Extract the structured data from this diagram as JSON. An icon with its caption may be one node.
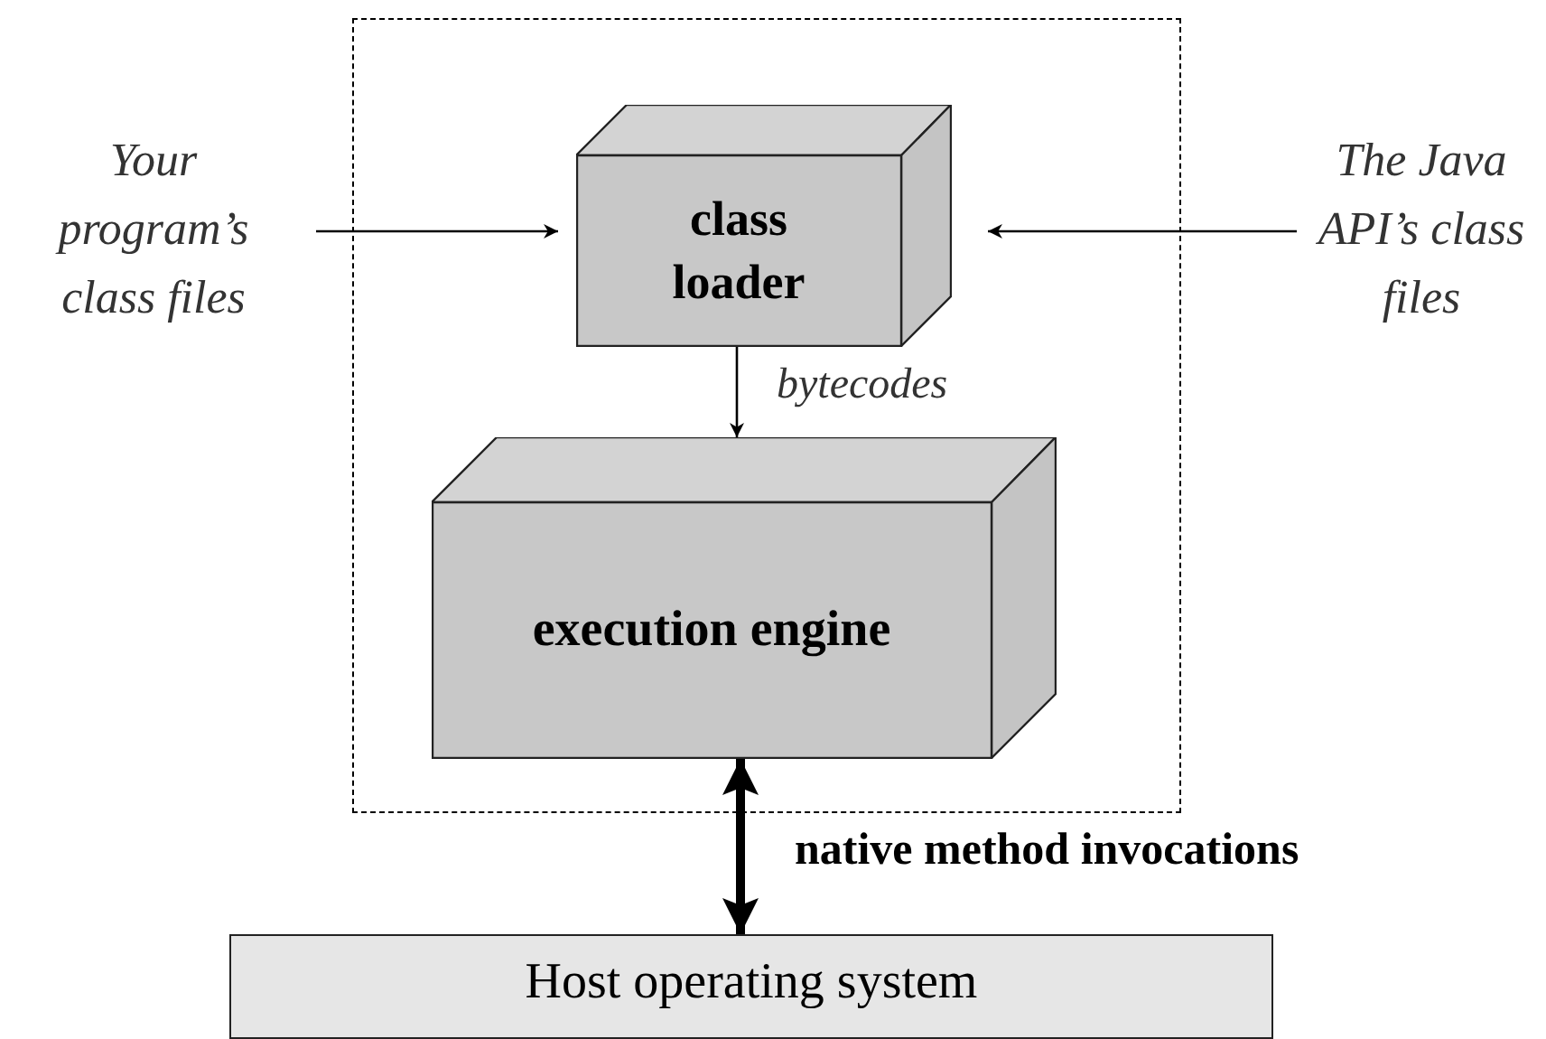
{
  "diagram": {
    "nodes": [
      {
        "text": [],
        "shape": "box"
      },
      {
        "text": [
          "class loader"
        ],
        "in": 0
      },
      {
        "text": [
          "execution engine"
        ],
        "in": 0
      },
      {
        "text": [
          "Your program’s class files"
        ]
      },
      {
        "text": [
          "The Java API’s class files"
        ]
      },
      {
        "text": [
          "Host operating system"
        ]
      }
    ],
    "edges": [
      {
        "from": 3,
        "to": 1,
        "arrow": "to"
      },
      {
        "from": 4,
        "to": 1,
        "arrow": "to"
      },
      {
        "from": 1,
        "to": 2,
        "arrow": "to",
        "label": "bytecodes"
      },
      {
        "from": 2,
        "to": 5,
        "arrow": "both",
        "style": "thick",
        "label": "native method invocations"
      }
    ]
  }
}
